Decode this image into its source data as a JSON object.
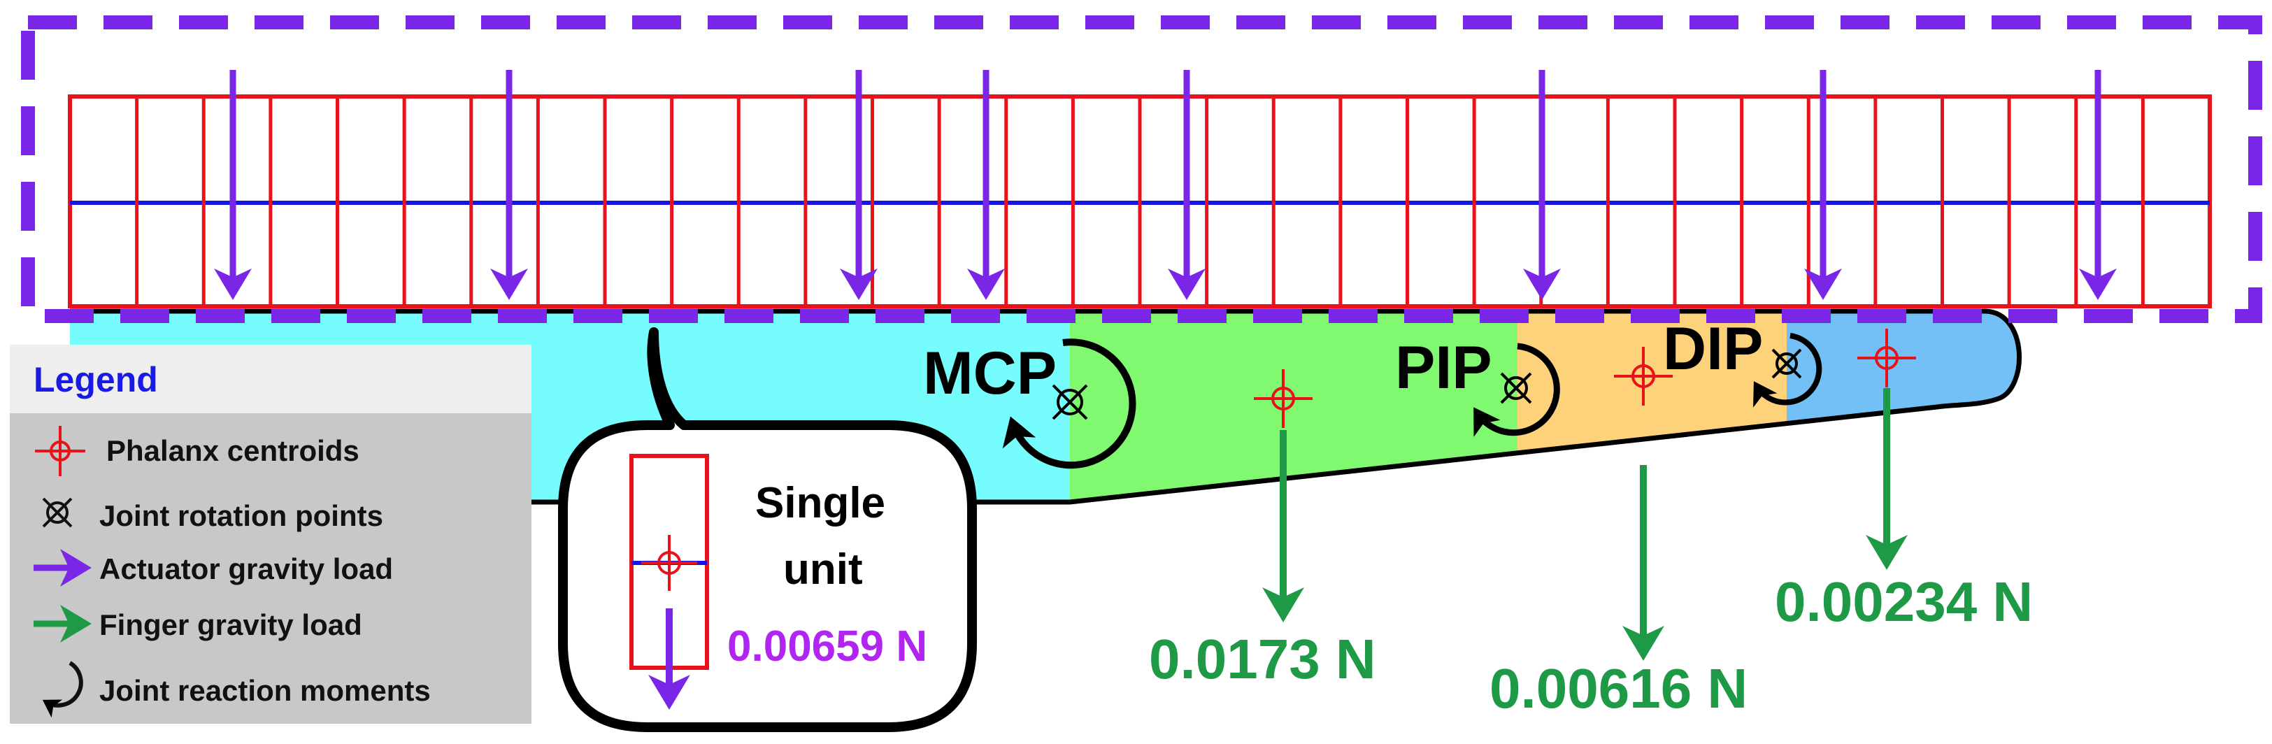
{
  "joints": [
    "MCP",
    "PIP",
    "DIP"
  ],
  "single_unit": {
    "line1": "Single",
    "line2": "unit",
    "load": "0.00659 N"
  },
  "finger_loads": [
    "0.0173 N",
    "0.00616 N",
    "0.00234 N"
  ],
  "legend": {
    "title": "Legend",
    "items": [
      {
        "icon": "phalanx-centroid-icon",
        "label": "Phalanx centroids"
      },
      {
        "icon": "joint-rotation-icon",
        "label": "Joint rotation points"
      },
      {
        "icon": "purple-arrow-icon",
        "label": "Actuator gravity load"
      },
      {
        "icon": "green-arrow-icon",
        "label": "Finger gravity load"
      },
      {
        "icon": "curved-arrow-icon",
        "label": "Joint reaction moments"
      }
    ]
  },
  "colors": {
    "actuator_frame": "#7a26e6",
    "unit_outline": "#e8121b",
    "centerline": "#1616e0",
    "actuator_arrow": "#7a26e6",
    "finger_arrow": "#1e9a46",
    "proximal_phalanx": "#76fcfc",
    "middle_phalanx": "#80f870",
    "distal_a": "#fdd27a",
    "distal_b": "#72c0f6",
    "legend_title_bg": "#eeeeee",
    "legend_body_bg": "#c8c8c8",
    "legend_title_text": "#1a1ae6",
    "single_unit_load_text": "#b026f0",
    "finger_load_text": "#1e9a46"
  }
}
